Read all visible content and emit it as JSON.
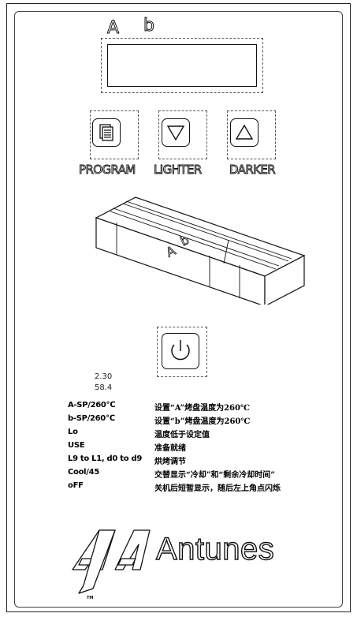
{
  "display": {
    "label_a": "A",
    "label_b": "b"
  },
  "buttons": [
    {
      "label": "PROGRAM",
      "icon": "program-icon"
    },
    {
      "label": "LIGHTER",
      "icon": "down-triangle-icon"
    },
    {
      "label": "DARKER",
      "icon": "up-triangle-icon"
    }
  ],
  "bar_labels": {
    "a": "A",
    "b": "b"
  },
  "power": {
    "icon": "power-icon"
  },
  "numbers": {
    "n1": "2.30",
    "n2": "58.4"
  },
  "legend": [
    {
      "code": "A-SP/260℃",
      "desc": "设置“A”烤盘温度为260℃"
    },
    {
      "code": "b-SP/260℃",
      "desc": "设置“b”烤盘温度为260℃"
    },
    {
      "code": "Lo",
      "desc": "温度低于设定值"
    },
    {
      "code": "USE",
      "desc": "准备就绪"
    },
    {
      "code": "L9 to L1, d0 to d9",
      "desc": "烘烤调节"
    },
    {
      "code": "Cool/45",
      "desc": "交替显示“冷却”和“剩余冷却时间”"
    },
    {
      "code": "oFF",
      "desc": "关机后短暂显示，随后左上角点闪烁"
    }
  ],
  "brand": {
    "name": "Antunes",
    "tm": "TM"
  },
  "colors": {
    "line": "#111111",
    "dash": "#555555",
    "background": "#ffffff"
  }
}
